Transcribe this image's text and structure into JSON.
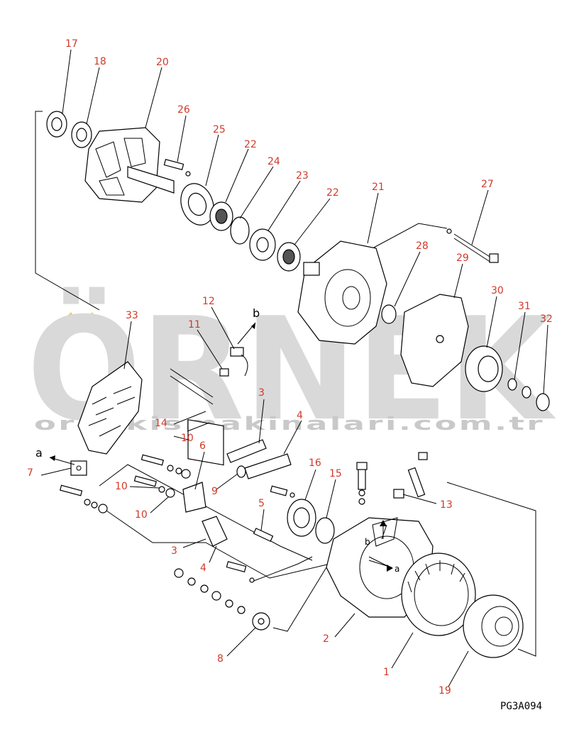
{
  "watermark": {
    "brand": "ÖRNEK",
    "url": "ornekismakinalari.com.tr"
  },
  "drawing_code": "PG3A094",
  "pointer_labels": {
    "a_top": "a",
    "b_top": "b",
    "a_small": "a",
    "b_small": "b"
  },
  "callouts": [
    {
      "id": "c17",
      "text": "17"
    },
    {
      "id": "c18",
      "text": "18"
    },
    {
      "id": "c20",
      "text": "20"
    },
    {
      "id": "c26",
      "text": "26"
    },
    {
      "id": "c25",
      "text": "25"
    },
    {
      "id": "c22a",
      "text": "22"
    },
    {
      "id": "c24",
      "text": "24"
    },
    {
      "id": "c23",
      "text": "23"
    },
    {
      "id": "c22b",
      "text": "22"
    },
    {
      "id": "c21",
      "text": "21"
    },
    {
      "id": "c27",
      "text": "27"
    },
    {
      "id": "c28",
      "text": "28"
    },
    {
      "id": "c29",
      "text": "29"
    },
    {
      "id": "c30",
      "text": "30"
    },
    {
      "id": "c31",
      "text": "31"
    },
    {
      "id": "c32",
      "text": "32"
    },
    {
      "id": "c33",
      "text": "33"
    },
    {
      "id": "c12",
      "text": "12"
    },
    {
      "id": "c11",
      "text": "11"
    },
    {
      "id": "c3a",
      "text": "3"
    },
    {
      "id": "c14",
      "text": "14"
    },
    {
      "id": "c10a",
      "text": "10"
    },
    {
      "id": "c4a",
      "text": "4"
    },
    {
      "id": "c6",
      "text": "6"
    },
    {
      "id": "c7",
      "text": "7"
    },
    {
      "id": "c10b",
      "text": "10"
    },
    {
      "id": "c9",
      "text": "9"
    },
    {
      "id": "c16",
      "text": "16"
    },
    {
      "id": "c15",
      "text": "15"
    },
    {
      "id": "c10c",
      "text": "10"
    },
    {
      "id": "c5",
      "text": "5"
    },
    {
      "id": "c13",
      "text": "13"
    },
    {
      "id": "c3b",
      "text": "3"
    },
    {
      "id": "c4b",
      "text": "4"
    },
    {
      "id": "c2",
      "text": "2"
    },
    {
      "id": "c8",
      "text": "8"
    },
    {
      "id": "c1",
      "text": "1"
    },
    {
      "id": "c19",
      "text": "19"
    }
  ]
}
